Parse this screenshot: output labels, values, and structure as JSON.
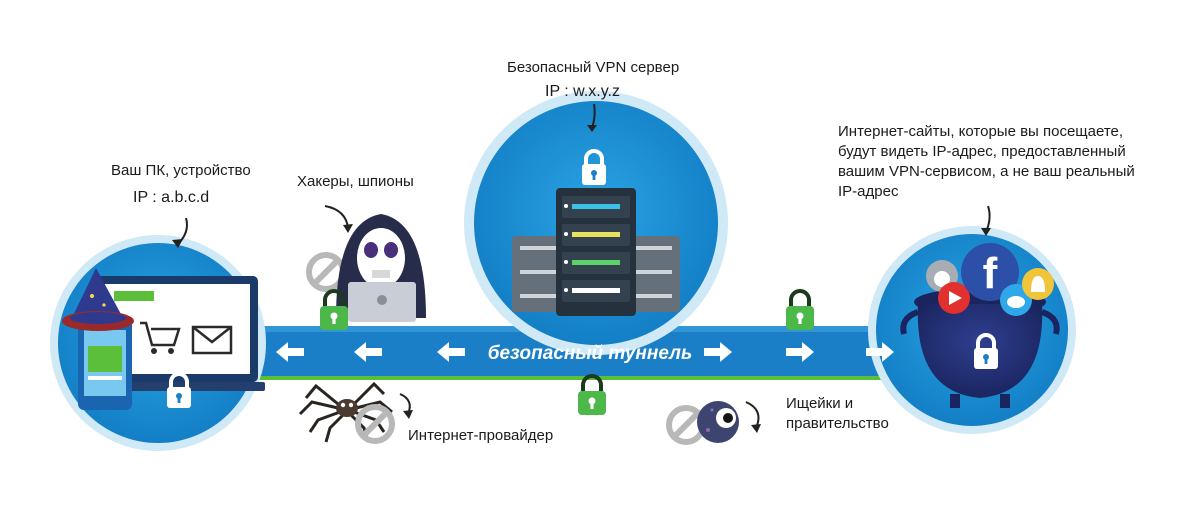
{
  "server": {
    "title": "Безопасный VPN сервер",
    "ip": "IP : w.x.y.z"
  },
  "device": {
    "title": "Ваш ПК, устройство",
    "ip": "IP : a.b.c.d"
  },
  "hackers": {
    "label": "Хакеры, шпионы"
  },
  "provider": {
    "label": "Интернет-провайдер"
  },
  "gov": {
    "lines": [
      "Ищейки и",
      "правительство"
    ]
  },
  "sites": {
    "lines": [
      "Интернет-сайты, которые вы посещаете,",
      "будут видеть IP-адрес, предоставленный",
      "вашим VPN-сервисом, а не ваш реальный",
      "IP-адрес"
    ]
  },
  "tunnel": {
    "label": "безопасный туннель"
  },
  "colors": {
    "circle": "#1c93d6",
    "circle_light": "#c9e8f7",
    "tunnel": "#1a7fc7",
    "green_line": "#5bbf3a",
    "lock_green": "#49b649",
    "server_dark": "#25313d"
  },
  "icons": {
    "lock": "lock-icon",
    "arrow": "arrow-icon",
    "cart": "cart-icon",
    "mail": "mail-icon",
    "facebook": "facebook-icon",
    "twitter": "twitter-icon",
    "youtube": "youtube-icon",
    "apple": "apple-icon",
    "snapchat": "snapchat-icon",
    "blocked": "blocked-icon"
  }
}
